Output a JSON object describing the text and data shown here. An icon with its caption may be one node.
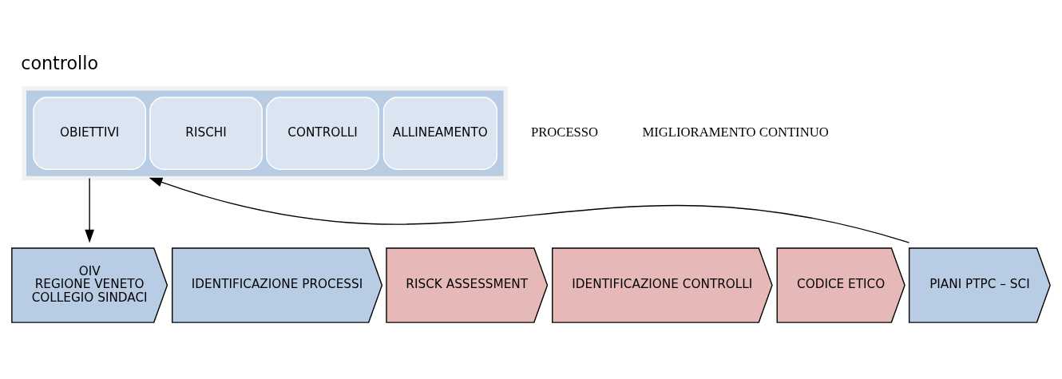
{
  "diagram": {
    "title": "controllo",
    "nodes": [
      {
        "text": [],
        "shape": "arrow"
      },
      {
        "text": [
          "OBIETTIVI"
        ],
        "in": 0
      },
      {
        "text": [
          "RISCHI"
        ],
        "in": 0
      },
      {
        "text": [
          "CONTROLLI"
        ],
        "in": 0
      },
      {
        "text": [
          "ALLINEAMENTO"
        ],
        "in": 0
      },
      {
        "text": [
          "OIV",
          "REGIONE VENETO",
          "COLLEGIO SINDACI"
        ]
      },
      {
        "text": [
          "IDENTIFICAZIONE PROCESSI"
        ]
      },
      {
        "text": [
          "RISCK ASSESSMENT"
        ]
      },
      {
        "text": [
          "IDENTIFICAZIONE CONTROLLI"
        ]
      },
      {
        "text": [
          "CODICE ETICO"
        ]
      },
      {
        "text": [
          "PIANI PTPC – SCI"
        ]
      }
    ],
    "edges": [
      {
        "from": 0,
        "to": 5,
        "arrow": "to"
      },
      {
        "from": 10,
        "to": 0,
        "arrow": "to"
      }
    ],
    "labels": [
      "PROCESSO",
      "MIGLIORAMENTO CONTINUO"
    ]
  }
}
